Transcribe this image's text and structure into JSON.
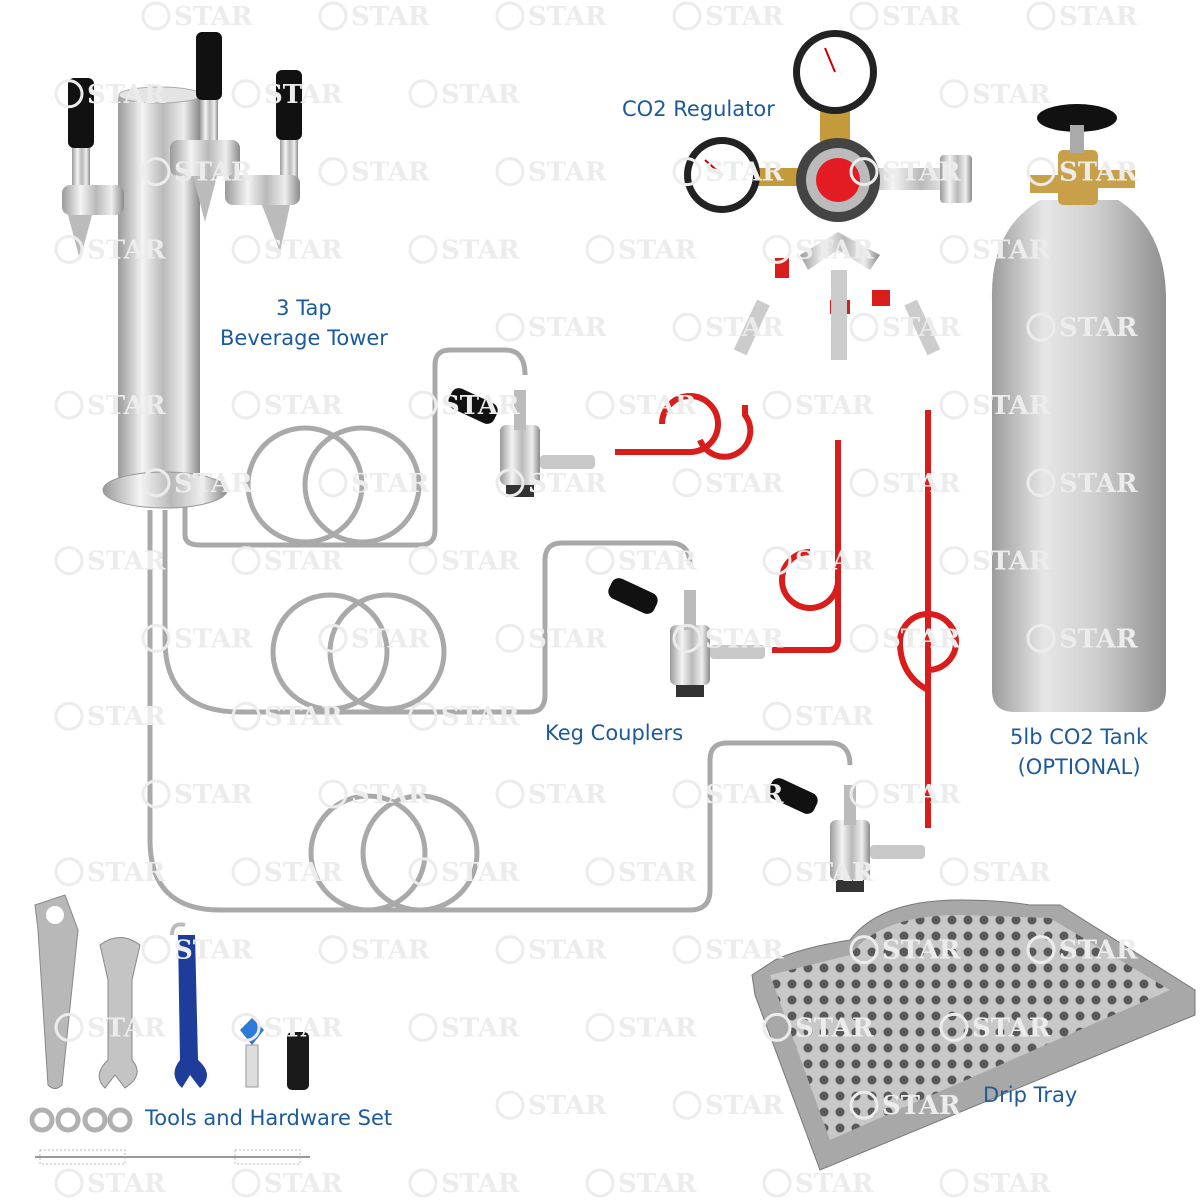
{
  "watermark": {
    "text": "STAR",
    "color": "#ececec"
  },
  "colors": {
    "label": "#1d5a9a",
    "beer_line": "#a9a9a9",
    "gas_line": "#d91c1c",
    "chrome": "#d8d8d8"
  },
  "labels": {
    "tower": [
      "3 Tap",
      "Beverage Tower"
    ],
    "regulator": "CO2 Regulator",
    "couplers": "Keg Couplers",
    "tank": [
      "5lb CO2 Tank",
      "(OPTIONAL)"
    ],
    "drip_tray": "Drip Tray",
    "tools": "Tools and Hardware Set"
  }
}
